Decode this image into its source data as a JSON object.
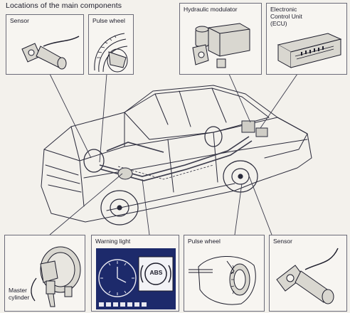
{
  "title": "Locations of the main components",
  "panels": {
    "sensor_front": "Sensor",
    "pulse_wheel_front": "Pulse wheel",
    "hydraulic_modulator": "Hydraulic modulator",
    "ecu": "Electronic\nControl Unit\n(ECU)",
    "master_cylinder": "Master\ncylinder",
    "warning_light": "Warning light",
    "warning_light_badge": "ABS",
    "pulse_wheel_rear": "Pulse wheel",
    "sensor_rear": "Sensor"
  },
  "colors": {
    "ink": "#1c1c2a",
    "panel_border": "#6b6b78",
    "paper": "#f3f1ec",
    "warning_panel_blue": "#1d2a6b"
  },
  "icons": [
    "sensor-icon",
    "pulse-wheel-icon",
    "hydraulic-modulator-icon",
    "ecu-icon",
    "master-cylinder-icon",
    "clock-icon",
    "abs-lamp-icon",
    "car-cutaway-icon"
  ]
}
